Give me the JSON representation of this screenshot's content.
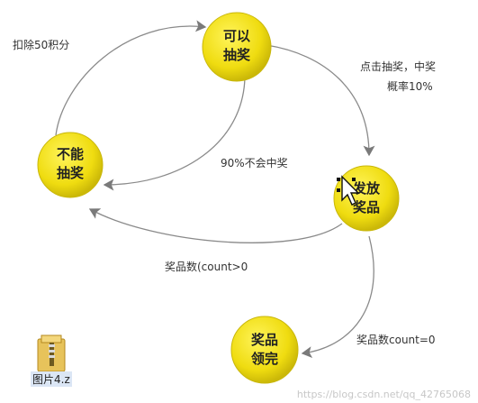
{
  "nodes": [
    {
      "id": "can_draw",
      "lines": [
        "可以",
        "抽奖"
      ],
      "color": "#f2e21c"
    },
    {
      "id": "cannot_draw",
      "lines": [
        "不能",
        "抽奖"
      ],
      "color": "#f2e21c"
    },
    {
      "id": "dispense",
      "lines": [
        "发放",
        "奖品"
      ],
      "color": "#f2e21c"
    },
    {
      "id": "prizes_out",
      "lines": [
        "奖品",
        "领完"
      ],
      "color": "#f2e21c"
    }
  ],
  "edges": [
    {
      "from": "cannot_draw",
      "to": "can_draw",
      "label": "扣除50积分"
    },
    {
      "from": "can_draw",
      "to": "dispense",
      "label_lines": [
        "点击抽奖，中奖",
        "概率10%"
      ]
    },
    {
      "from": "can_draw",
      "to": "cannot_draw",
      "label": "90%不会中奖"
    },
    {
      "from": "dispense",
      "to": "cannot_draw",
      "label": "奖品数(count>0"
    },
    {
      "from": "dispense",
      "to": "prizes_out",
      "label": "奖品数count=0"
    }
  ],
  "file": {
    "caption": "图片4.z",
    "icon": "zip-folder-icon"
  },
  "watermark": "https://blog.csdn.net/qq_42765068"
}
